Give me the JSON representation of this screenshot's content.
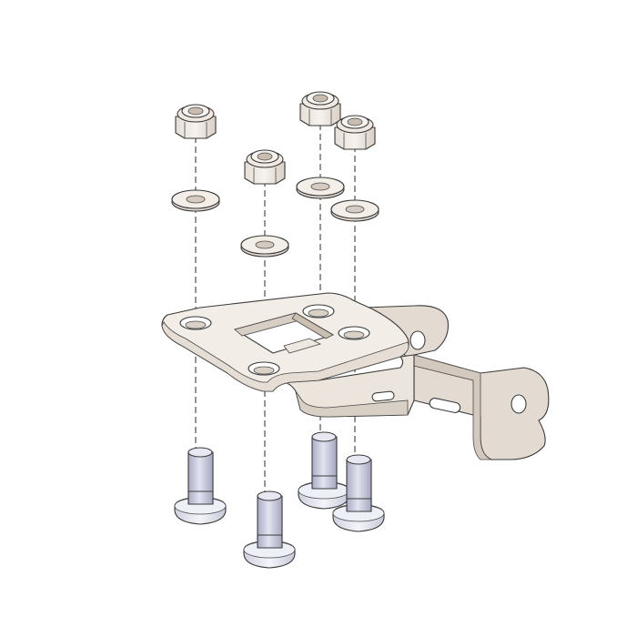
{
  "diagram": {
    "colors": {
      "background": "#ffffff",
      "metal_light": "#f1ece6",
      "metal_mid": "#e1d9d0",
      "metal_dark": "#c8bdb1",
      "bolt_light": "#d9dbe9",
      "bolt_dark": "#a9acc4",
      "outline": "#3a3a3a",
      "assembly_axis": "#2b2b2b"
    },
    "parts": {
      "nuts": [
        "hex-lock-nut",
        "hex-lock-nut",
        "hex-lock-nut",
        "hex-lock-nut"
      ],
      "washers": [
        "flat-washer",
        "flat-washer",
        "flat-washer",
        "flat-washer"
      ],
      "bolts": [
        "button-head-bolt",
        "button-head-bolt",
        "button-head-bolt",
        "button-head-bolt"
      ],
      "bracket": "bent-mounting-bracket"
    }
  }
}
